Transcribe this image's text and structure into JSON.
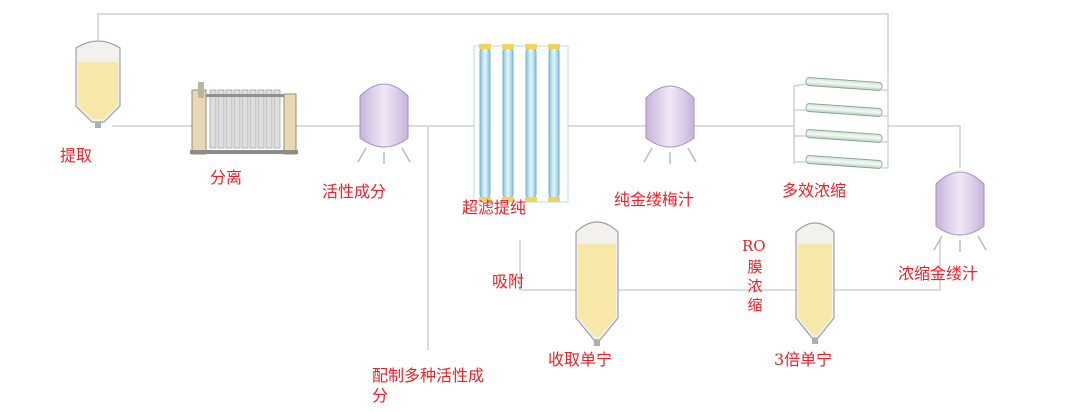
{
  "colors": {
    "label": "#e8232a",
    "pipe": "#cfd3d6",
    "liquid": "#f7e7a9",
    "vessel_shell": "#f3f1ee",
    "tank": "#d9c6e6",
    "membrane": "#a9d8ea",
    "evaporator": "#d7e6dc"
  },
  "labels": {
    "extraction": "提取",
    "separation": "分离",
    "active_ingredient": "活性成分",
    "ultrafiltration": "超滤提纯",
    "pure_juice": "纯金缕梅汁",
    "multi_effect": "多效浓缩",
    "adsorption": "吸附",
    "collect_tannin": "收取单宁",
    "ro": "RO",
    "ro_rest": "膜浓缩",
    "tannin_3x": "3倍单宁",
    "concentrated_juice": "浓缩金缕汁",
    "formulation": "配制多种活性成分"
  }
}
